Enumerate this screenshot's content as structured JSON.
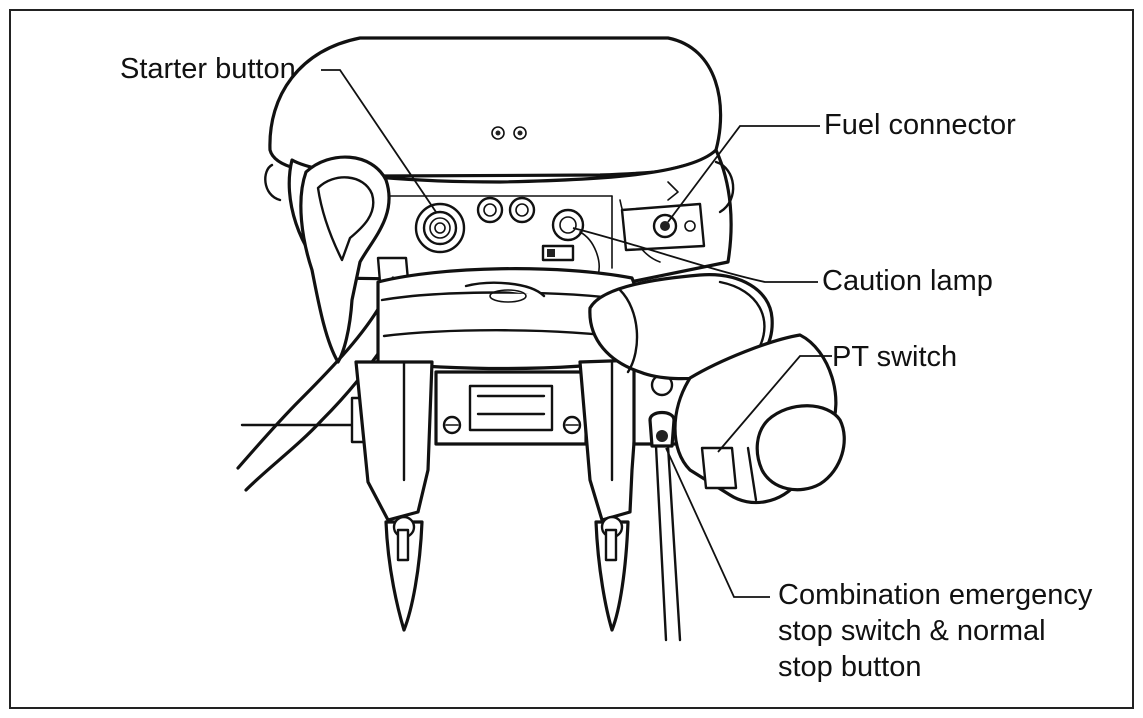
{
  "callouts": {
    "starter_button": "Starter button",
    "fuel_connector": "Fuel connector",
    "caution_lamp": "Caution lamp",
    "pt_switch": "PT switch",
    "combination_stop_line1": "Combination emergency",
    "combination_stop_line2": "stop switch & normal",
    "combination_stop_line3": "stop button"
  }
}
